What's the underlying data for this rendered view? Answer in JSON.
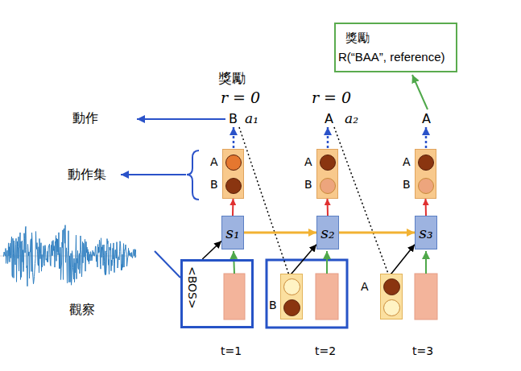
{
  "diagram": {
    "nodes": [
      {
        "text": [
          "獎勵",
          "R(“BAA”, reference)"
        ]
      },
      {
        "text": [
          "A",
          "B"
        ]
      },
      {
        "text": [
          "A",
          "B"
        ]
      },
      {
        "text": [
          "A",
          "B"
        ]
      },
      {
        "text": [
          "s₁"
        ]
      },
      {
        "text": [
          "s₂"
        ]
      },
      {
        "text": [
          "s₃"
        ]
      },
      {
        "text": [
          "<BOS>"
        ]
      },
      {
        "text": [
          "B"
        ]
      },
      {
        "text": [
          "A"
        ]
      }
    ],
    "edges": [
      {
        "from": 4,
        "to": 1,
        "arrow": "to"
      },
      {
        "from": 5,
        "to": 2,
        "arrow": "to"
      },
      {
        "from": 6,
        "to": 3,
        "arrow": "to"
      },
      {
        "from": 4,
        "to": 5,
        "arrow": "to"
      },
      {
        "from": 5,
        "to": 6,
        "arrow": "to"
      },
      {
        "from": 7,
        "to": 4,
        "arrow": "to"
      },
      {
        "from": 8,
        "to": 5,
        "arrow": "to"
      },
      {
        "from": 9,
        "to": 6,
        "arrow": "to"
      }
    ],
    "labels": [
      "獎勵",
      "r = 0",
      "r = 0",
      "動作",
      "B",
      "a₁",
      "A",
      "a₂",
      "A",
      "動作集",
      "觀察",
      "t=1",
      "t=2",
      "t=3"
    ]
  }
}
